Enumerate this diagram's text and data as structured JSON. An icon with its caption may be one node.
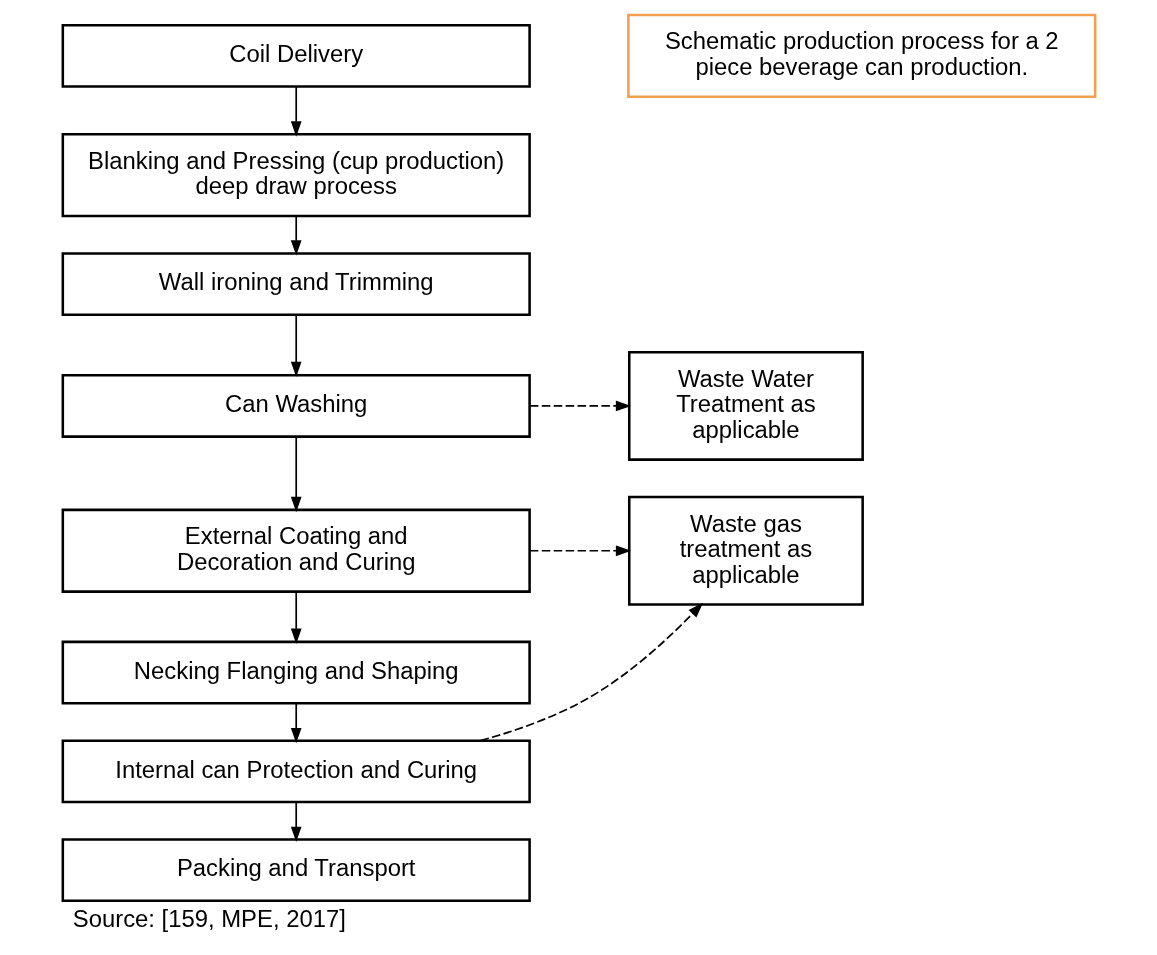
{
  "diagram": {
    "caption": "Source: [159, MPE, 2017]",
    "nodes": [
      {
        "text": [
          "Coil Delivery"
        ]
      },
      {
        "text": [
          "Schematic production process for a 2 piece beverage can production."
        ]
      },
      {
        "text": [
          "Blanking and Pressing (cup production) deep draw process"
        ]
      },
      {
        "text": [
          "Wall ironing and Trimming"
        ]
      },
      {
        "text": [
          "Can Washing"
        ]
      },
      {
        "text": [
          "Waste Water Treatment as applicable"
        ]
      },
      {
        "text": [
          "External Coating and Decoration and Curing"
        ]
      },
      {
        "text": [
          "Waste gas treatment as applicable"
        ]
      },
      {
        "text": [
          "Necking Flanging and Shaping"
        ]
      },
      {
        "text": [
          "Internal can Protection and Curing"
        ]
      },
      {
        "text": [
          "Packing and Transport"
        ]
      }
    ],
    "edges": [
      {
        "from": 0,
        "to": 2,
        "arrow": "to"
      },
      {
        "from": 2,
        "to": 3,
        "arrow": "to"
      },
      {
        "from": 3,
        "to": 4,
        "arrow": "to"
      },
      {
        "from": 4,
        "to": 6,
        "arrow": "to"
      },
      {
        "from": 6,
        "to": 8,
        "arrow": "to"
      },
      {
        "from": 8,
        "to": 9,
        "arrow": "to"
      },
      {
        "from": 9,
        "to": 10,
        "arrow": "to"
      },
      {
        "from": 4,
        "to": 5,
        "arrow": "to",
        "style": "dashed"
      },
      {
        "from": 6,
        "to": 7,
        "arrow": "to",
        "style": "dashed"
      },
      {
        "from": 9,
        "to": 7,
        "arrow": "to",
        "style": "dashed"
      }
    ]
  }
}
